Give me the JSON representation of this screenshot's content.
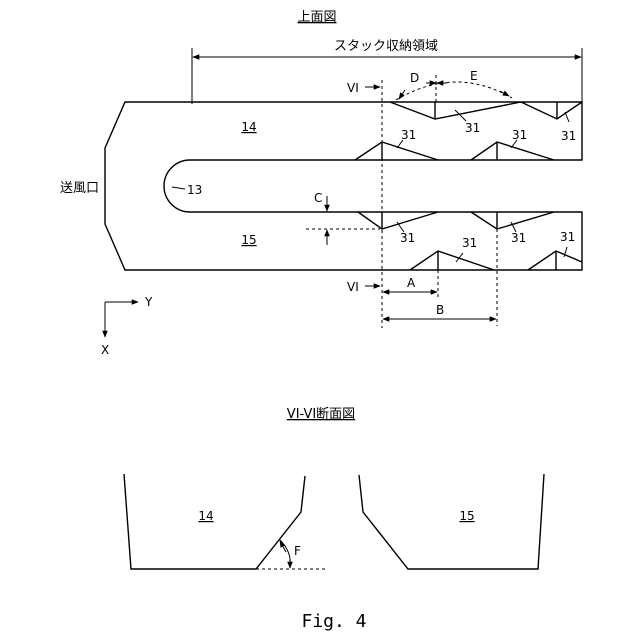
{
  "top_view": {
    "title": "上面図",
    "stack_area_label": "スタック収納領域",
    "air_outlet_label": "送風口",
    "part_14": "14",
    "part_15": "15",
    "part_13": "13",
    "fin_label": "31",
    "section_mark": "VI",
    "dim_a": "A",
    "dim_b": "B",
    "dim_c": "C",
    "dim_d": "D",
    "dim_e": "E",
    "axis_y": "Y",
    "axis_x": "X"
  },
  "section_view": {
    "title": "VI-VI断面図",
    "part_14": "14",
    "part_15": "15",
    "angle_f": "F"
  },
  "caption": "Fig. 4"
}
